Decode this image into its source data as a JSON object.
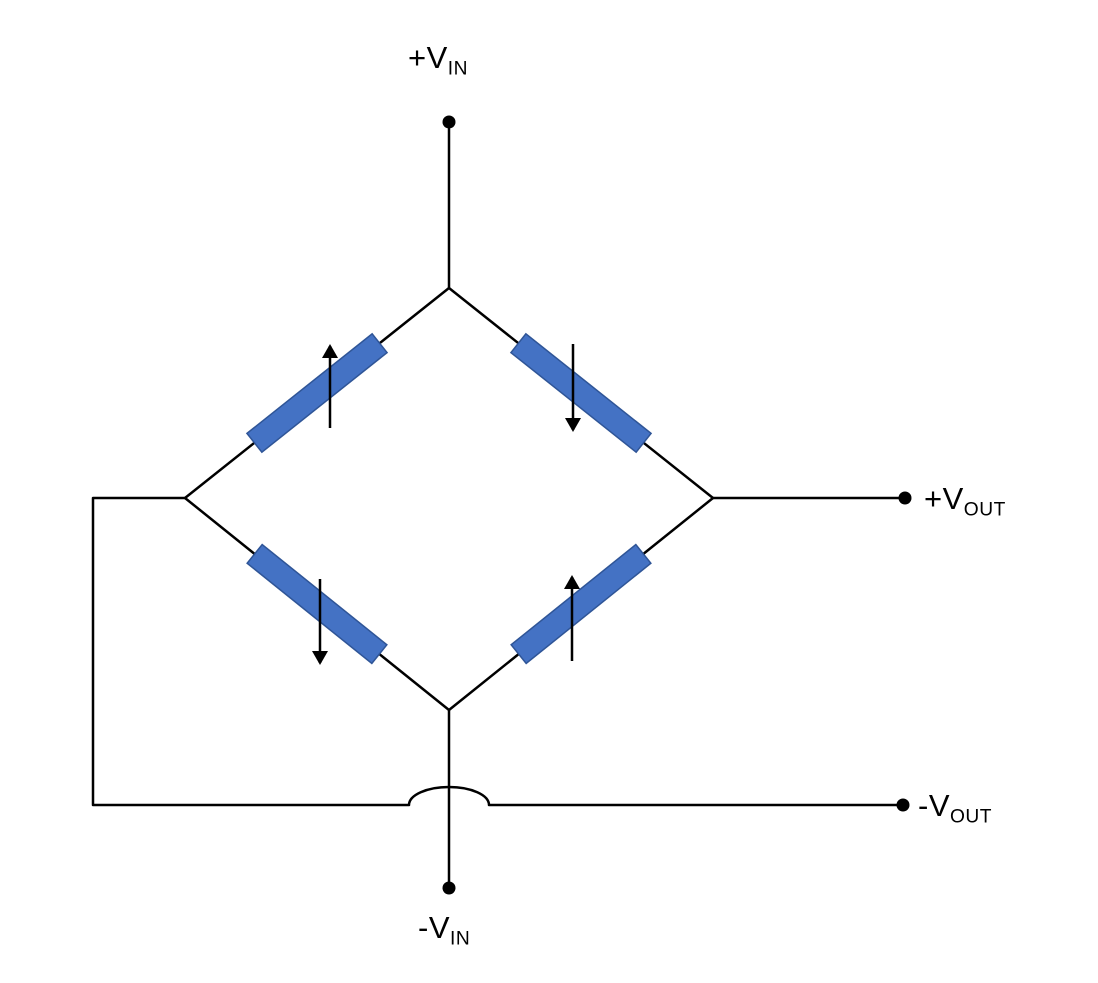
{
  "labels": {
    "vin_pos": {
      "text": "+V",
      "sub": "IN"
    },
    "vin_neg": {
      "text": "-V",
      "sub": "IN"
    },
    "vout_pos": {
      "text": "+V",
      "sub": "OUT"
    },
    "vout_neg": {
      "text": "-V",
      "sub": "OUT"
    }
  },
  "colors": {
    "wire": "#000000",
    "gauge_fill": "#4472C4",
    "gauge_stroke": "#2F5597",
    "arrow": "#000000"
  },
  "gauges": [
    {
      "position": "top-left",
      "arrow_direction": "up"
    },
    {
      "position": "top-right",
      "arrow_direction": "down"
    },
    {
      "position": "bottom-left",
      "arrow_direction": "down"
    },
    {
      "position": "bottom-right",
      "arrow_direction": "up"
    }
  ]
}
